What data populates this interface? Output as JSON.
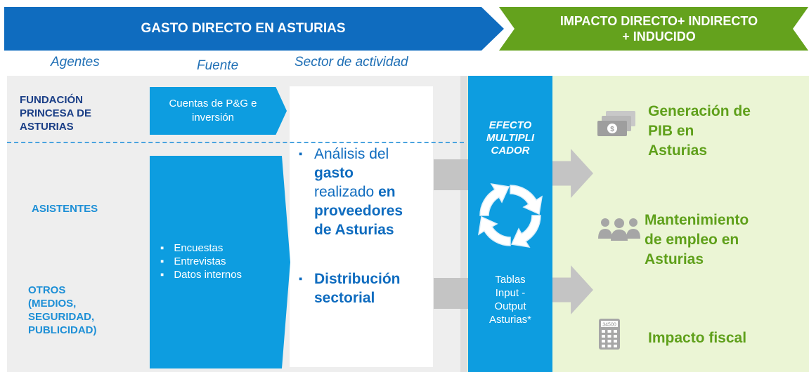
{
  "header": {
    "direct": "GASTO DIRECTO EN ASTURIAS",
    "impact_line1": "IMPACTO DIRECTO+ INDIRECTO",
    "impact_line2": "+ INDUCIDO"
  },
  "columns": {
    "agents": "Agentes",
    "source": "Fuente",
    "sector": "Sector de actividad"
  },
  "agents": {
    "foundation": [
      "FUNDACIÓN",
      "PRINCESA DE",
      "ASTURIAS"
    ],
    "attendees": "ASISTENTES",
    "others": [
      "OTROS",
      "(MEDIOS,",
      "SEGURIDAD,",
      "PUBLICIDAD)"
    ]
  },
  "sources": {
    "accounts": [
      "Cuentas de P&G e",
      "inversión"
    ],
    "methods": [
      "Encuestas",
      "Entrevistas",
      "Datos internos"
    ]
  },
  "sector": {
    "analysis": {
      "l1": "Análisis del",
      "l2": "gasto",
      "l3a": "realizado ",
      "l3b": "en",
      "l4": "proveedores",
      "l5": "de Asturias"
    },
    "distribution": [
      "Distribución",
      "sectorial"
    ]
  },
  "multiplier": {
    "title": [
      "EFECTO",
      "MULTIPLI",
      "CADOR"
    ],
    "tables": [
      "Tablas",
      "Input -",
      "Output",
      "Asturias*"
    ]
  },
  "outcomes": {
    "gdp": [
      "Generación de",
      "PIB en",
      "Asturias"
    ],
    "employment": [
      "Mantenimiento",
      "de empleo en",
      "Asturias"
    ],
    "fiscal": "Impacto fiscal",
    "calculator_display": "34500"
  },
  "colors": {
    "blue_dark": "#0f6cbf",
    "blue_light": "#0d9de0",
    "green": "#64a21d",
    "green_light_bg": "#ebf5d5",
    "navy": "#1a3e86",
    "gray_arrow": "#c4c4c4"
  },
  "icons": {
    "gdp": "money-bills-icon",
    "employment": "people-group-icon",
    "fiscal": "calculator-icon",
    "multiplier": "circular-arrows-icon"
  }
}
